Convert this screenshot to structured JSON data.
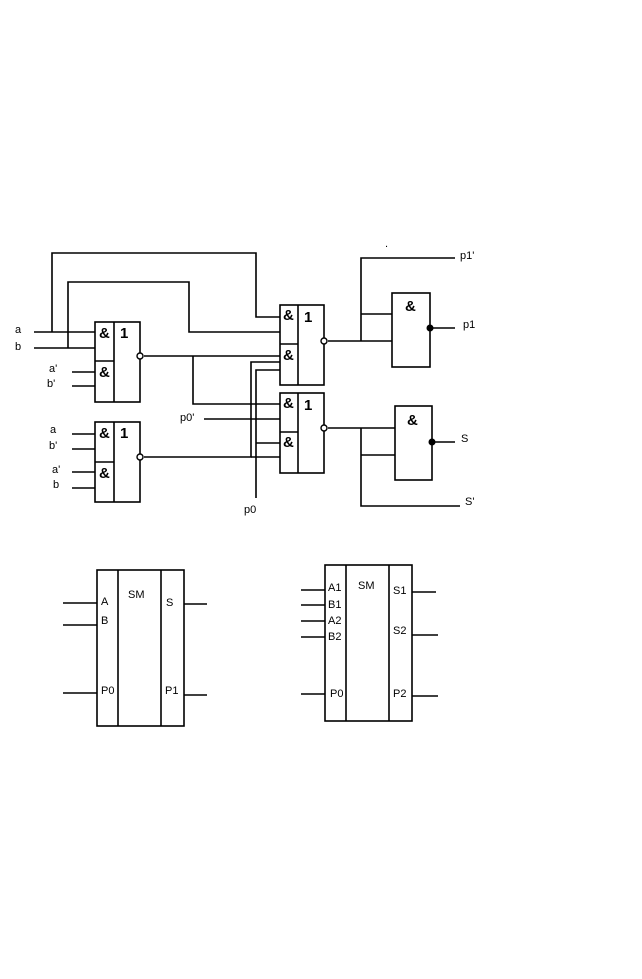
{
  "gate_symbols": {
    "and": "&",
    "or": "1"
  },
  "signals": {
    "a": "a",
    "b": "b",
    "a_prime": "a'",
    "b_prime": "b'",
    "p0": "p0",
    "p0_prime": "p0'",
    "p1": "p1",
    "p1_prime": "p1'",
    "s": "S",
    "s_prime": "S'"
  },
  "block1": {
    "title": "SM",
    "inputs": [
      "A",
      "B",
      "P0"
    ],
    "outputs": [
      "S",
      "P1"
    ]
  },
  "block2": {
    "title": "SM",
    "inputs": [
      "A1",
      "B1",
      "A2",
      "B2",
      "P0"
    ],
    "outputs": [
      "S1",
      "S2",
      "P2"
    ]
  },
  "stray_mark": "."
}
